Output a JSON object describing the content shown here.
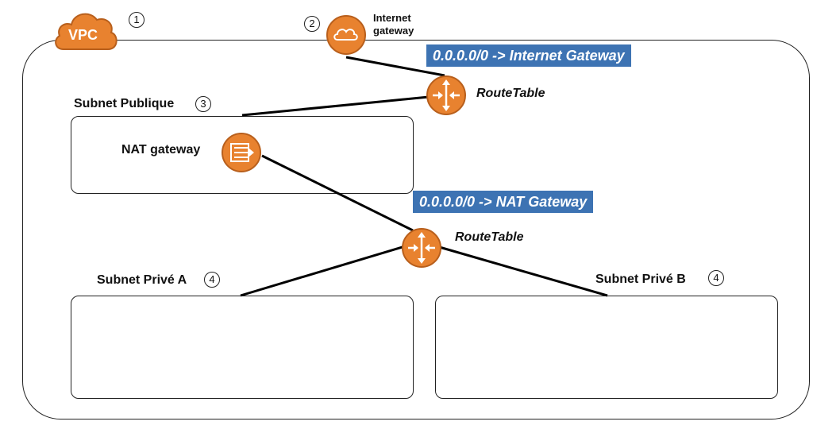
{
  "vpc": {
    "label": "VPC",
    "number": "1",
    "color": "#e8822f"
  },
  "internet_gateway": {
    "label_line1": "Internet",
    "label_line2": "gateway",
    "number": "2",
    "icon": "cloud-icon"
  },
  "public_subnet": {
    "label": "Subnet Publique",
    "number": "3"
  },
  "nat_gateway": {
    "label": "NAT gateway",
    "icon": "nat-gateway-icon"
  },
  "route_table_1": {
    "label": "RouteTable",
    "icon": "router-icon",
    "route": "0.0.0.0/0 -> Internet Gateway"
  },
  "route_table_2": {
    "label": "RouteTable",
    "icon": "router-icon",
    "route": "0.0.0.0/0 -> NAT Gateway"
  },
  "private_subnet_a": {
    "label": "Subnet Privé A",
    "number": "4"
  },
  "private_subnet_b": {
    "label": "Subnet Privé B",
    "number": "4"
  },
  "colors": {
    "aws_orange": "#e8822f",
    "route_banner": "#3d73b3"
  }
}
